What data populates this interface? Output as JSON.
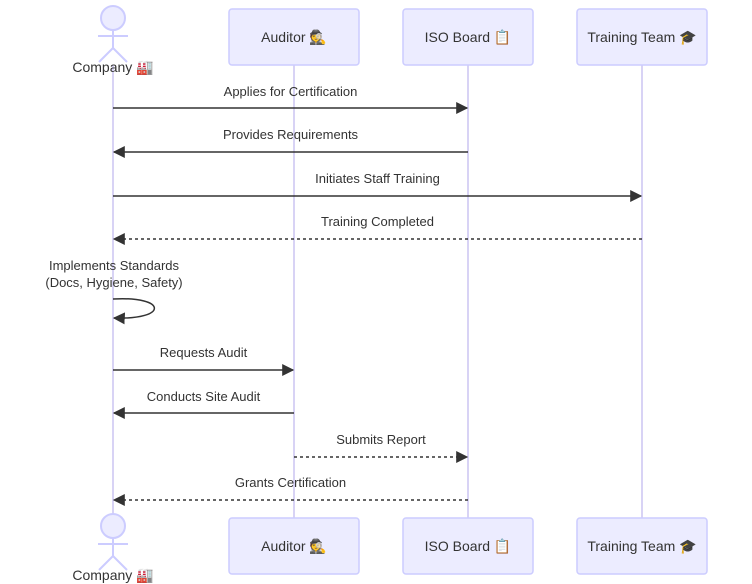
{
  "diagram": {
    "participants": [
      {
        "id": "company",
        "label": "Company 🏭",
        "kind": "actor"
      },
      {
        "id": "auditor",
        "label": "Auditor 🕵️",
        "kind": "box"
      },
      {
        "id": "iso",
        "label": "ISO Board 📋",
        "kind": "box"
      },
      {
        "id": "training",
        "label": "Training Team 🎓",
        "kind": "box"
      }
    ],
    "messages": [
      {
        "from": "company",
        "to": "iso",
        "text": "Applies for Certification",
        "style": "solid"
      },
      {
        "from": "iso",
        "to": "company",
        "text": "Provides Requirements",
        "style": "solid"
      },
      {
        "from": "company",
        "to": "training",
        "text": "Initiates Staff Training",
        "style": "solid"
      },
      {
        "from": "training",
        "to": "company",
        "text": "Training Completed",
        "style": "dashed"
      },
      {
        "from": "company",
        "to": "company",
        "text_lines": [
          "Implements Standards",
          "(Docs, Hygiene, Safety)"
        ],
        "style": "self"
      },
      {
        "from": "company",
        "to": "auditor",
        "text": "Requests Audit",
        "style": "solid"
      },
      {
        "from": "auditor",
        "to": "company",
        "text": "Conducts Site Audit",
        "style": "solid"
      },
      {
        "from": "auditor",
        "to": "iso",
        "text": "Submits Report",
        "style": "dashed"
      },
      {
        "from": "iso",
        "to": "company",
        "text": "Grants Certification",
        "style": "dashed"
      }
    ],
    "colors": {
      "actor_fill": "#ECECFF",
      "actor_stroke": "#CCCCFF",
      "lifeline": "#D8D3F5",
      "arrow": "#333333",
      "text": "#333333"
    }
  }
}
